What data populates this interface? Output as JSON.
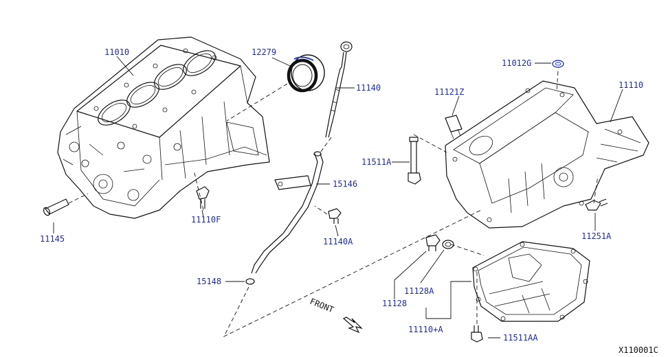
{
  "colors": {
    "label": "#1f2a9e",
    "line": "#111111",
    "background": "#ffffff",
    "highlight": "#2b3cc8"
  },
  "labels": {
    "p11010": "11010",
    "p12279": "12279",
    "p11140": "11140",
    "p11012g": "11012G",
    "p11121z": "11121Z",
    "p11110": "11110",
    "p11511a": "11511A",
    "p15146": "15146",
    "p11110f": "11110F",
    "p11145": "11145",
    "p11140a": "11140A",
    "p11251a": "11251A",
    "p15148": "15148",
    "p11128a": "11128A",
    "p11128": "11128",
    "p11110a": "11110+A",
    "p11511aa": "11511AA"
  },
  "front_label": "FRONT",
  "figure_code": "X110001C",
  "icons": [
    "front-arrow-icon"
  ]
}
